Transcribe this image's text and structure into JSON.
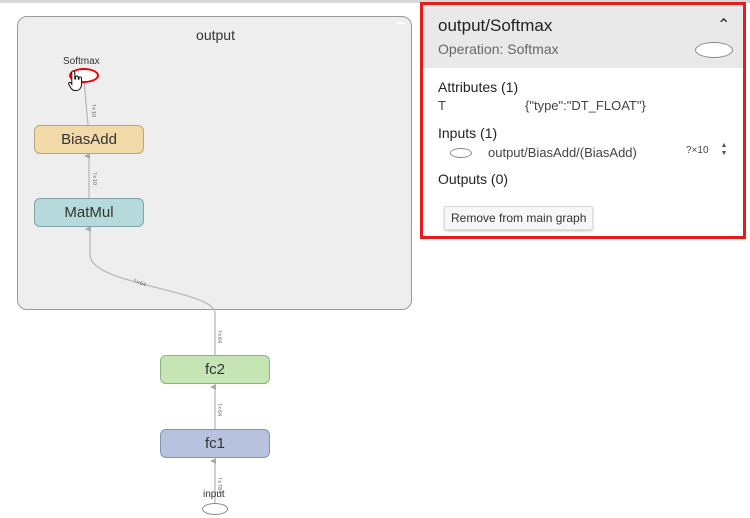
{
  "graph": {
    "group_title": "output",
    "nodes": {
      "softmax": "Softmax",
      "bias_add": "BiasAdd",
      "matmul": "MatMul",
      "fc2": "fc2",
      "fc1": "fc1",
      "input": "input"
    },
    "edge_labels": {
      "bias_to_softmax": "?×10",
      "matmul_to_bias": "?×10",
      "fc2_to_matmul": "?×64",
      "fc2_out": "?×64",
      "fc1_to_fc2": "?×64",
      "input_to_fc1": "?×784"
    }
  },
  "panel": {
    "title": "output/Softmax",
    "subtitle": "Operation: Softmax",
    "collapse_icon": "chevron-up-icon",
    "attributes_title": "Attributes (1)",
    "attributes": [
      {
        "key": "T",
        "value": "{\"type\":\"DT_FLOAT\"}"
      }
    ],
    "inputs_title": "Inputs (1)",
    "inputs": [
      {
        "name": "output/BiasAdd/(BiasAdd)",
        "shape": "?×10"
      }
    ],
    "outputs_title": "Outputs (0)",
    "remove_button": "Remove from main graph"
  },
  "colors": {
    "highlight_border": "#e81b1b",
    "bias_add_fill": "#f2d9a8",
    "matmul_fill": "#b6dadb",
    "fc2_fill": "#c6e5b4",
    "fc1_fill": "#b7c3de"
  }
}
